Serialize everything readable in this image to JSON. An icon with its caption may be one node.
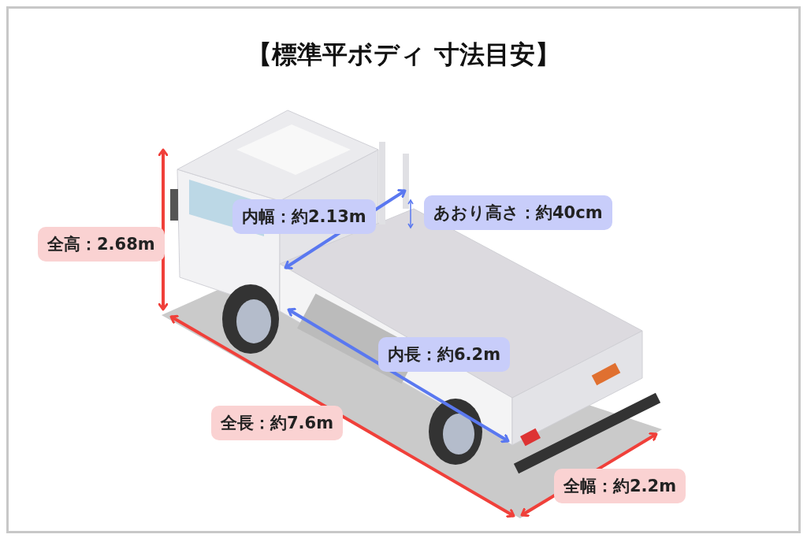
{
  "diagram": {
    "title": "【標準平ボディ 寸法目安】",
    "labels": [
      "内幅：約2.13m",
      "あおり高さ：約40cm",
      "全高：2.68m",
      "内長：約6.2m",
      "全長：約7.6m",
      "全幅：約2.2m"
    ]
  }
}
